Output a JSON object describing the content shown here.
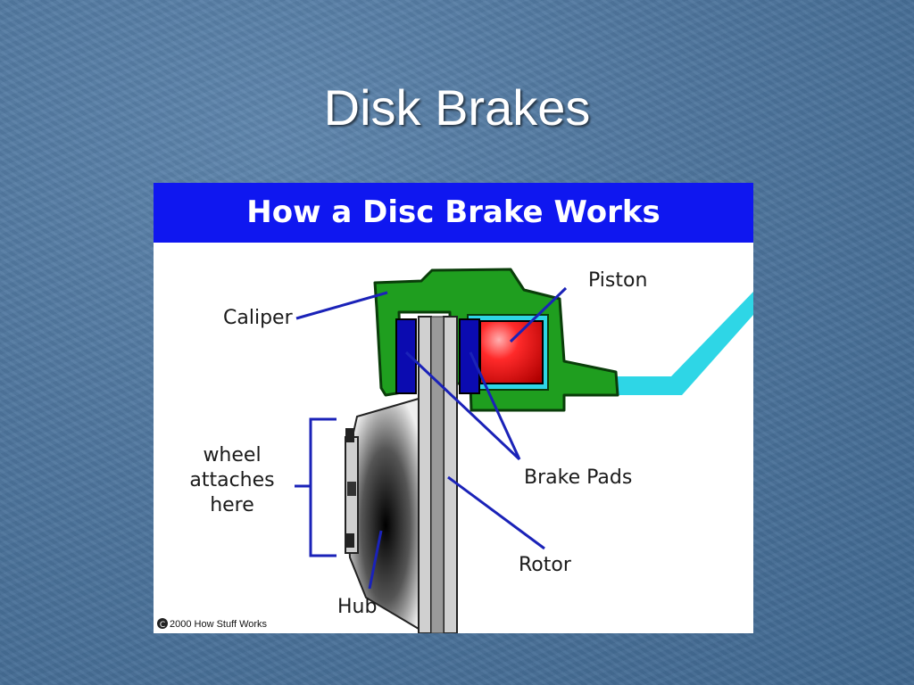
{
  "slide": {
    "title": "Disk Brakes"
  },
  "diagram": {
    "header": "How a Disc Brake Works",
    "labels": {
      "caliper": "Caliper",
      "piston": "Piston",
      "brake_pads": "Brake Pads",
      "rotor": "Rotor",
      "hub": "Hub",
      "wheel_line1": "wheel",
      "wheel_line2": "attaches",
      "wheel_line3": "here"
    },
    "copyright": "2000 How Stuff Works",
    "colors": {
      "caliper": "#1f9e1f",
      "piston": "#e8121a",
      "brake_pad": "#0b0bb0",
      "fluid_line": "#2ed6e6",
      "leader_line": "#1a22b8",
      "header_bg": "#0f17f0"
    }
  }
}
